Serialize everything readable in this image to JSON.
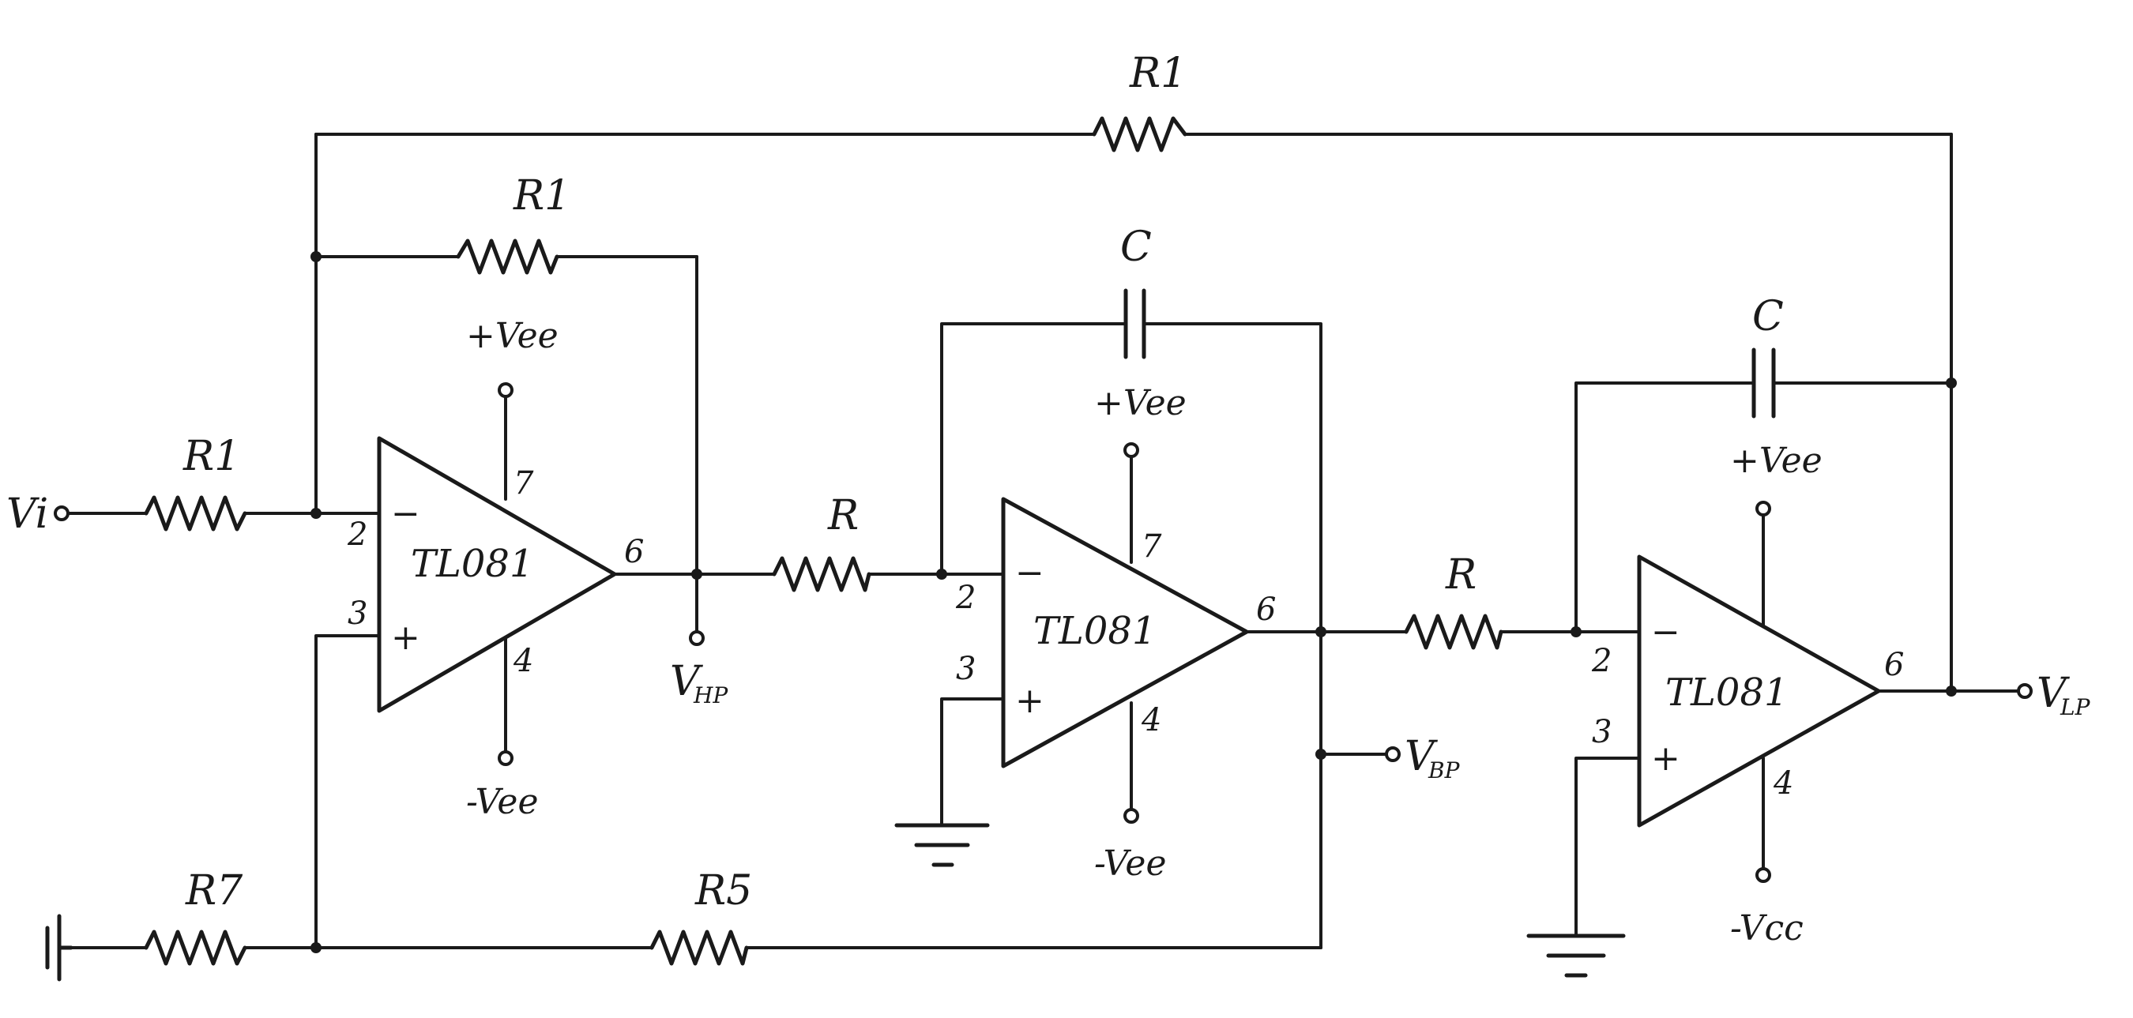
{
  "components": {
    "input": "Vi",
    "r1_feedback_top": "R1",
    "r1_feedback": "R1",
    "r1_input": "R1",
    "r_stage2": "R",
    "r_stage3": "R",
    "c_stage2": "C",
    "c_stage3": "C",
    "r7": "R7",
    "r5": "R5"
  },
  "opamps": [
    {
      "chip": "TL081",
      "vpos": "+Vee",
      "vneg": "-Vee",
      "pin_inv": "2",
      "pin_noninv": "3",
      "pin_vpos": "7",
      "pin_vneg": "4",
      "pin_out": "6"
    },
    {
      "chip": "TL081",
      "vpos": "+Vee",
      "vneg": "-Vee",
      "pin_inv": "2",
      "pin_noninv": "3",
      "pin_vpos": "7",
      "pin_vneg": "4",
      "pin_out": "6"
    },
    {
      "chip": "TL081",
      "vpos": "+Vee",
      "vneg": "-Vcc",
      "pin_inv": "2",
      "pin_noninv": "3",
      "pin_out": "6",
      "pin_vneg": "4"
    }
  ],
  "outputs": {
    "hp_main": "V",
    "hp_sub": "HP",
    "bp_main": "V",
    "bp_sub": "BP",
    "lp_main": "V",
    "lp_sub": "LP"
  },
  "symbols": {
    "minus": "−",
    "plus": "+"
  },
  "misc": {
    "left_marks": "ı|"
  }
}
